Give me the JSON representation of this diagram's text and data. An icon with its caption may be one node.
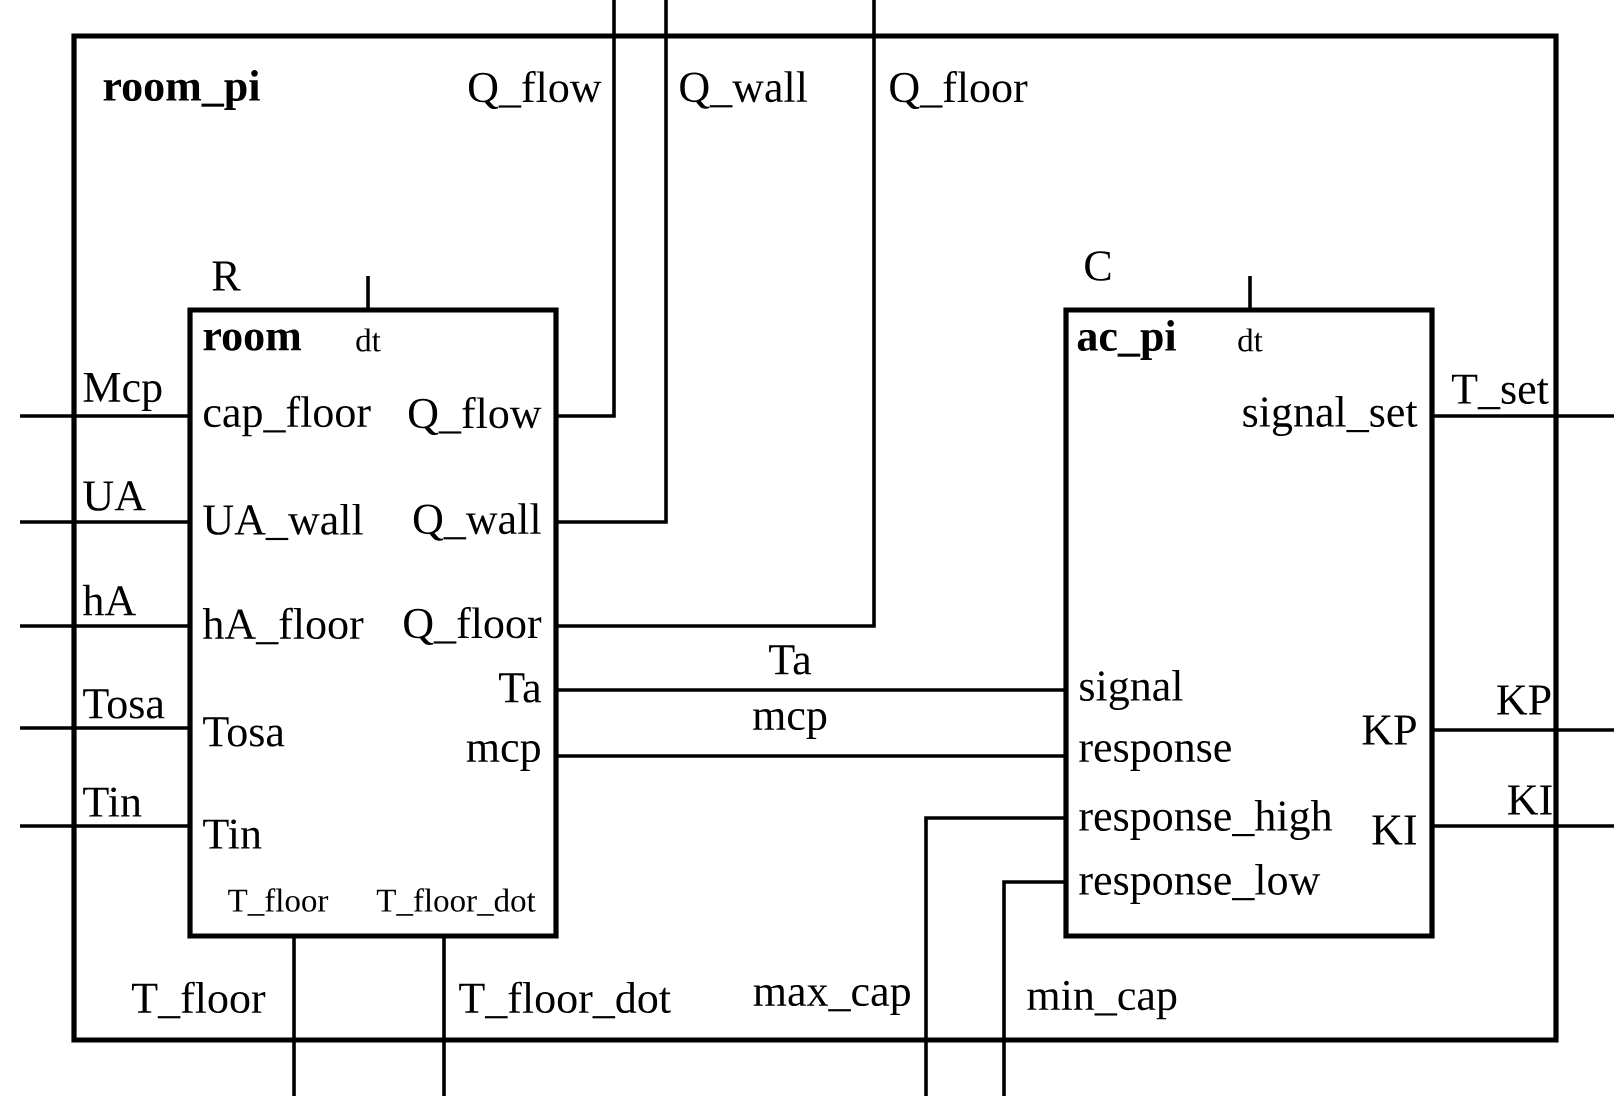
{
  "diagram": {
    "nodes": [
      {
        "text": [
          "room_pi"
        ]
      },
      {
        "text": [
          "room",
          "dt",
          "cap_floor",
          "UA_wall",
          "hA_floor",
          "Tosa",
          "Tin",
          "Q_flow",
          "Q_wall",
          "Q_floor",
          "Ta",
          "mcp",
          "T_floor",
          "T_floor_dot"
        ],
        "beside": [
          "R"
        ],
        "in": 0
      },
      {
        "text": [
          "ac_pi",
          "dt",
          "signal",
          "response",
          "response_high",
          "response_low",
          "signal_set",
          "KP",
          "KI"
        ],
        "beside": [
          "C"
        ],
        "in": 0
      }
    ],
    "edges": [
      {
        "from": null,
        "to": 1,
        "arrow": "none",
        "label": "Mcp"
      },
      {
        "from": null,
        "to": 1,
        "arrow": "none",
        "label": "UA"
      },
      {
        "from": null,
        "to": 1,
        "arrow": "none",
        "label": "hA"
      },
      {
        "from": null,
        "to": 1,
        "arrow": "none",
        "label": "Tosa"
      },
      {
        "from": null,
        "to": 1,
        "arrow": "none",
        "label": "Tin"
      },
      {
        "from": 1,
        "to": null,
        "arrow": "none",
        "label": "Q_flow"
      },
      {
        "from": 1,
        "to": null,
        "arrow": "none",
        "label": "Q_wall"
      },
      {
        "from": 1,
        "to": null,
        "arrow": "none",
        "label": "Q_floor"
      },
      {
        "from": 1,
        "to": 2,
        "arrow": "none",
        "label": "Ta"
      },
      {
        "from": 1,
        "to": 2,
        "arrow": "none",
        "label": "mcp"
      },
      {
        "from": 1,
        "to": null,
        "arrow": "none",
        "label": "T_floor"
      },
      {
        "from": 1,
        "to": null,
        "arrow": "none",
        "label": "T_floor_dot"
      },
      {
        "from": null,
        "to": 2,
        "arrow": "none",
        "label": "max_cap"
      },
      {
        "from": null,
        "to": 2,
        "arrow": "none",
        "label": "min_cap"
      },
      {
        "from": 2,
        "to": null,
        "arrow": "none",
        "label": "T_set"
      },
      {
        "from": 2,
        "to": null,
        "arrow": "none",
        "label": "KP"
      },
      {
        "from": 2,
        "to": null,
        "arrow": "none",
        "label": "KI"
      }
    ]
  }
}
